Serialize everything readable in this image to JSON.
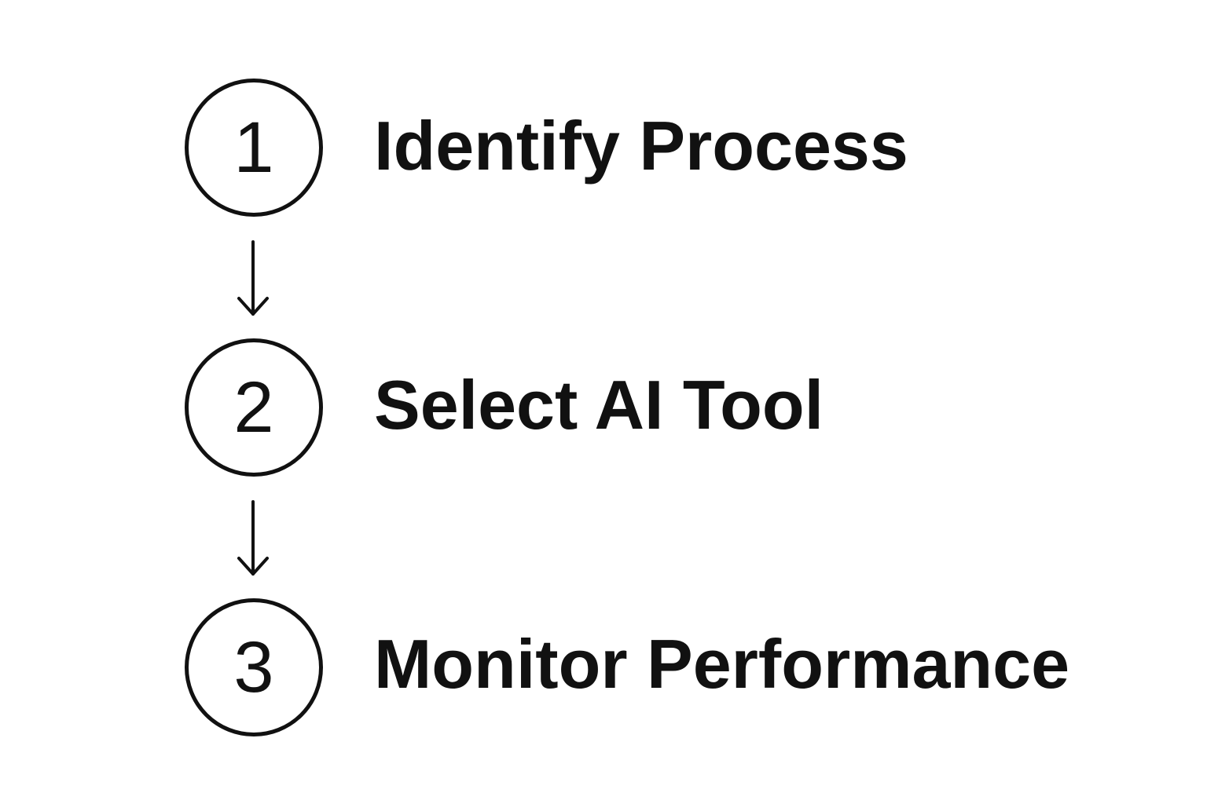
{
  "steps": [
    {
      "number": "1",
      "label": "Identify Process"
    },
    {
      "number": "2",
      "label": "Select AI Tool"
    },
    {
      "number": "3",
      "label": "Monitor Performance"
    }
  ],
  "colors": {
    "ink": "#111111",
    "background": "#ffffff"
  },
  "icons": {
    "connector": "arrow-down-icon"
  }
}
